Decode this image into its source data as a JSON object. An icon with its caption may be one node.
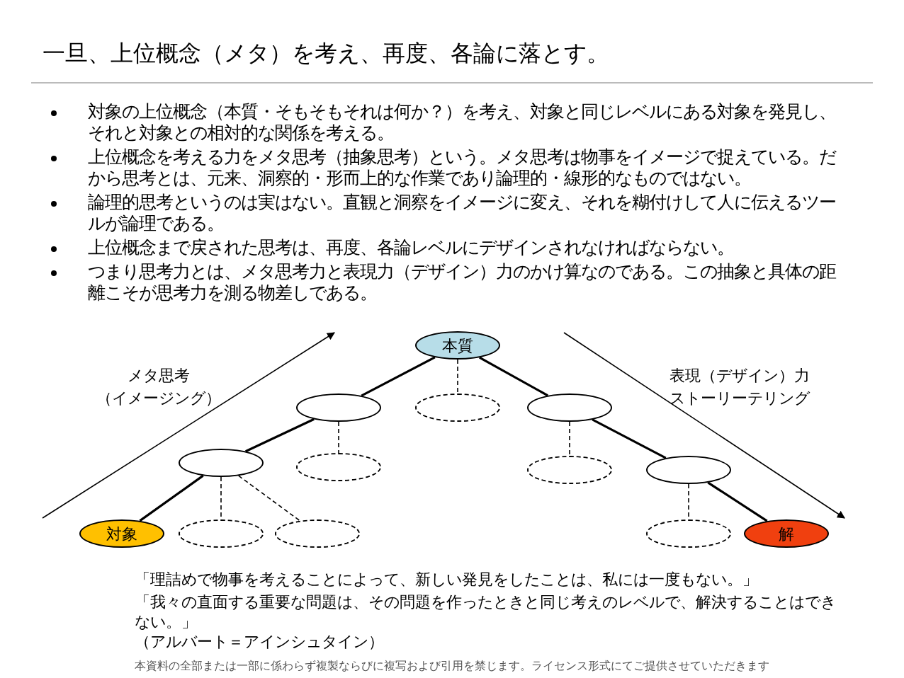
{
  "diagram": {
    "title": "一旦、上位概念（メタ）を考え、再度、各論に落とす。",
    "nodes": [
      {
        "text": [
          "本質"
        ]
      },
      {
        "text": [],
        "shape": "ellipse"
      },
      {
        "text": [],
        "shape": "ellipse"
      },
      {
        "text": [],
        "shape": "ellipse"
      },
      {
        "text": [],
        "shape": "ellipse"
      },
      {
        "text": [],
        "shape": "ellipse"
      },
      {
        "text": [],
        "shape": "ellipse"
      },
      {
        "text": [],
        "shape": "ellipse"
      },
      {
        "text": [
          "対象"
        ]
      },
      {
        "text": [],
        "shape": "ellipse"
      },
      {
        "text": [],
        "shape": "ellipse"
      },
      {
        "text": [],
        "shape": "ellipse"
      },
      {
        "text": [
          "解"
        ]
      }
    ],
    "edges": [
      {
        "from": 0,
        "to": 1,
        "arrow": "none"
      },
      {
        "from": 0,
        "to": 2,
        "arrow": "none",
        "style": "dashed"
      },
      {
        "from": 0,
        "to": 3,
        "arrow": "none"
      },
      {
        "from": 1,
        "to": 4,
        "arrow": "none"
      },
      {
        "from": 1,
        "to": 5,
        "arrow": "none",
        "style": "dashed"
      },
      {
        "from": 3,
        "to": 6,
        "arrow": "none",
        "style": "dashed"
      },
      {
        "from": 3,
        "to": 7,
        "arrow": "none"
      },
      {
        "from": 4,
        "to": 8,
        "arrow": "none"
      },
      {
        "from": 4,
        "to": 9,
        "arrow": "none",
        "style": "dashed"
      },
      {
        "from": 4,
        "to": 10,
        "arrow": "none",
        "style": "dashed"
      },
      {
        "from": 7,
        "to": 11,
        "arrow": "none",
        "style": "dashed"
      },
      {
        "from": 7,
        "to": 12,
        "arrow": "none"
      }
    ],
    "labels": [
      "対象の上位概念（本質・そもそもそれは何か？）を考え、対象と同じレベルにある対象を発見し、それと対象との相対的な関係を考える。",
      "上位概念を考える力をメタ思考（抽象思考）という。メタ思考は物事をイメージで捉えている。だから思考とは、元来、洞察的・形而上的な作業であり論理的・線形的なものではない。",
      "論理的思考というのは実はない。直観と洞察をイメージに変え、それを糊付けして人に伝えるツールが論理である。",
      "上位概念まで戻された思考は、再度、各論レベルにデザインされなければならない。",
      "つまり思考力とは、メタ思考力と表現力（デザイン）力のかけ算なのである。この抽象と具体の距離こそが思考力を測る物差しである。",
      "メタ思考",
      "（イメージング）",
      "表現（デザイン）力",
      "ストーリーテリング",
      "「理詰めで物事を考えることによって、新しい発見をしたことは、私には一度もない。」",
      "「我々の直面する重要な問題は、その問題を作ったときと同じ考えのレベルで、解決することはできない。」",
      "（アルバート＝アインシュタイン）",
      "本資料の全部または一部に係わらず複製ならびに複写および引用を禁じます。ライセンス形式にてご提供させていただきます"
    ]
  }
}
